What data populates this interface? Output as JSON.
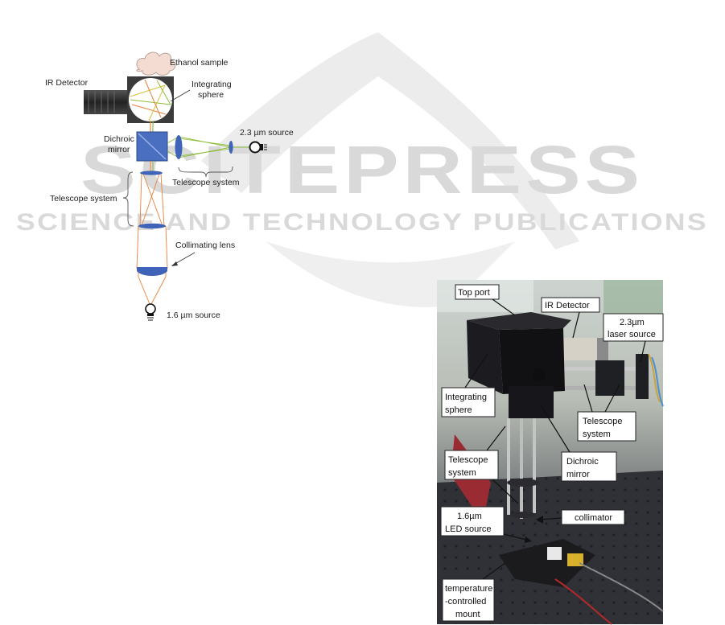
{
  "watermark": {
    "brand": "SCITEPRESS",
    "tagline": "SCIENCE AND TECHNOLOGY PUBLICATIONS"
  },
  "schematic": {
    "labels": {
      "ethanol_sample": "Ethanol sample",
      "ir_detector": "IR Detector",
      "integrating_sphere_1": "Integrating",
      "integrating_sphere_2": "sphere",
      "dichroic_1": "Dichroic",
      "dichroic_2": "mirror",
      "source_23": "2.3 µm source",
      "telescope_system_h": "Telescope system",
      "telescope_system_v": "Telescope system",
      "collimating_lens": "Collimating lens",
      "source_16": "1.6 µm source"
    },
    "colors": {
      "beam_orange": "#e8823a",
      "beam_green": "#8dbb3c",
      "beam_yellow": "#d7c23a",
      "optic_blue": "#3e63b8",
      "housing_dark": "#3b3b3b"
    }
  },
  "photo": {
    "labels": {
      "top_port": "Top port",
      "ir_detector": "IR Detector",
      "laser_23_1": "2.3µm",
      "laser_23_2": "laser source",
      "integrating_1": "Integrating",
      "integrating_2": "sphere",
      "telescope_right_1": "Telescope",
      "telescope_right_2": "system",
      "telescope_left_1": "Telescope",
      "telescope_left_2": "system",
      "dichroic_1": "Dichroic",
      "dichroic_2": "mirror",
      "led_1": "1.6µm",
      "led_2": "LED source",
      "collimator": "collimator",
      "mount_1": "temperature",
      "mount_2": "-controlled",
      "mount_3": "mount"
    }
  }
}
